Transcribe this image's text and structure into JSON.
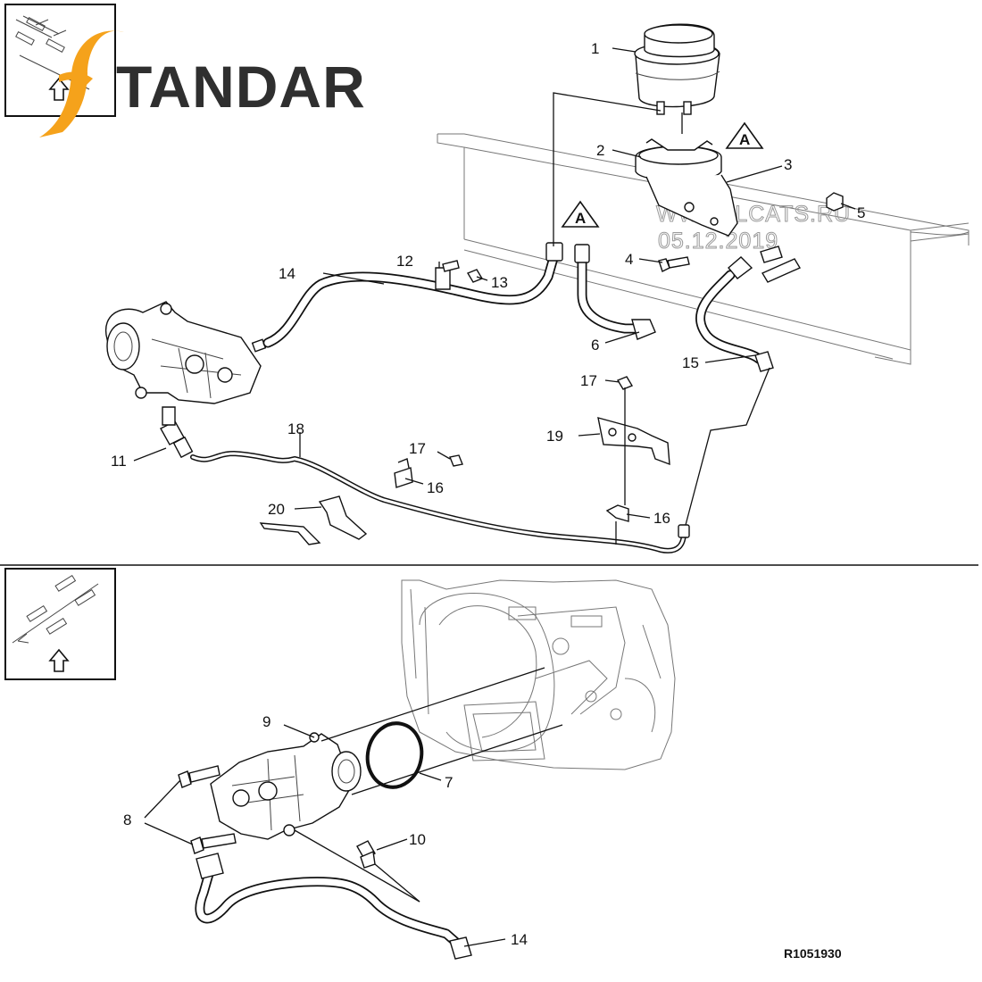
{
  "brand": {
    "name": "TANDAR",
    "s_color": "#f5a21b",
    "text_color": "#2f2f2f"
  },
  "watermark": {
    "line1": "WWW.ILCATS.RU",
    "line2": "05.12.2019"
  },
  "reference_code": "R1051930",
  "warning_mark": "A",
  "labels": {
    "l1": "1",
    "l2": "2",
    "l3": "3",
    "l4": "4",
    "l5": "5",
    "l6": "6",
    "l7": "7",
    "l8": "8",
    "l9": "9",
    "l10": "10",
    "l11": "11",
    "l12": "12",
    "l13": "13",
    "l14_top": "14",
    "l14_bottom": "14",
    "l15": "15",
    "l16_a": "16",
    "l16_b": "16",
    "l17_a": "17",
    "l17_b": "17",
    "l18": "18",
    "l19": "19",
    "l20": "20"
  },
  "icons": {
    "top_view": "vehicle-top-view-icon",
    "bottom_view": "vehicle-orientation-icon",
    "arrow": "forward-arrow-icon"
  }
}
